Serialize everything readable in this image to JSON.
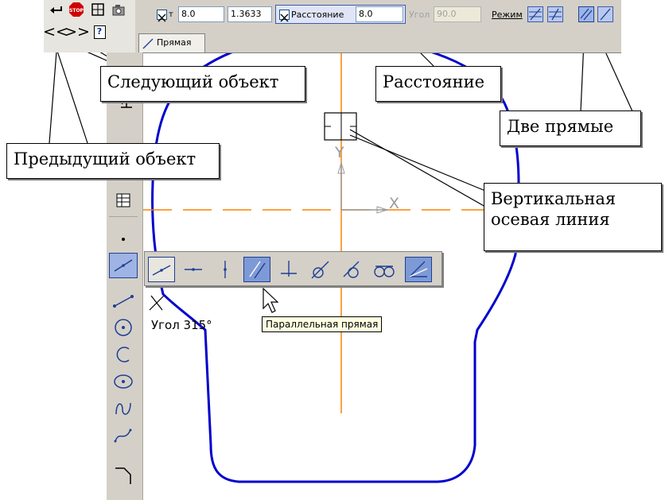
{
  "system_panel": {
    "buttons": [
      {
        "name": "enter-icon"
      },
      {
        "name": "stop-icon",
        "label": "STOP"
      },
      {
        "name": "auto-create-icon"
      },
      {
        "name": "snapshot-icon"
      },
      {
        "name": "previous-object-icon",
        "label": "<<"
      },
      {
        "name": "next-object-icon",
        "label": ">>"
      },
      {
        "name": "help-icon",
        "label": "?"
      }
    ]
  },
  "parameters": {
    "t_label": "т",
    "t_value": "8.0",
    "second_value": "1.3633",
    "distance_label": "Расстояние",
    "distance_value": "8.0",
    "angle_label": "Угол",
    "angle_value": "90.0",
    "mode_label": "Режим"
  },
  "tab": {
    "label": "Прямая"
  },
  "canvas": {
    "angle_label": "Угол 315°",
    "axis_x": "X",
    "axis_y": "Y"
  },
  "sub_toolbar": {
    "tooltip": "Параллельная прямая",
    "buttons": [
      "line-two-points",
      "horizontal-line",
      "vertical-line",
      "parallel-line",
      "perpendicular-line",
      "tangent-line-point",
      "tangent-line-two-curves",
      "tangent-two-circles",
      "bisector"
    ]
  },
  "callouts": {
    "next_object": "Следующий объект",
    "distance": "Расстояние",
    "two_lines": "Две прямые",
    "previous_object": "Предыдущий объект",
    "vertical_axis_line1": "Вертикальная",
    "vertical_axis_line2": "осевая линия"
  },
  "colors": {
    "contour": "#0000cc",
    "axis_line": "#ff8000",
    "toolbar_bg": "#d4d0c8",
    "highlight": "#7e9ad6"
  }
}
